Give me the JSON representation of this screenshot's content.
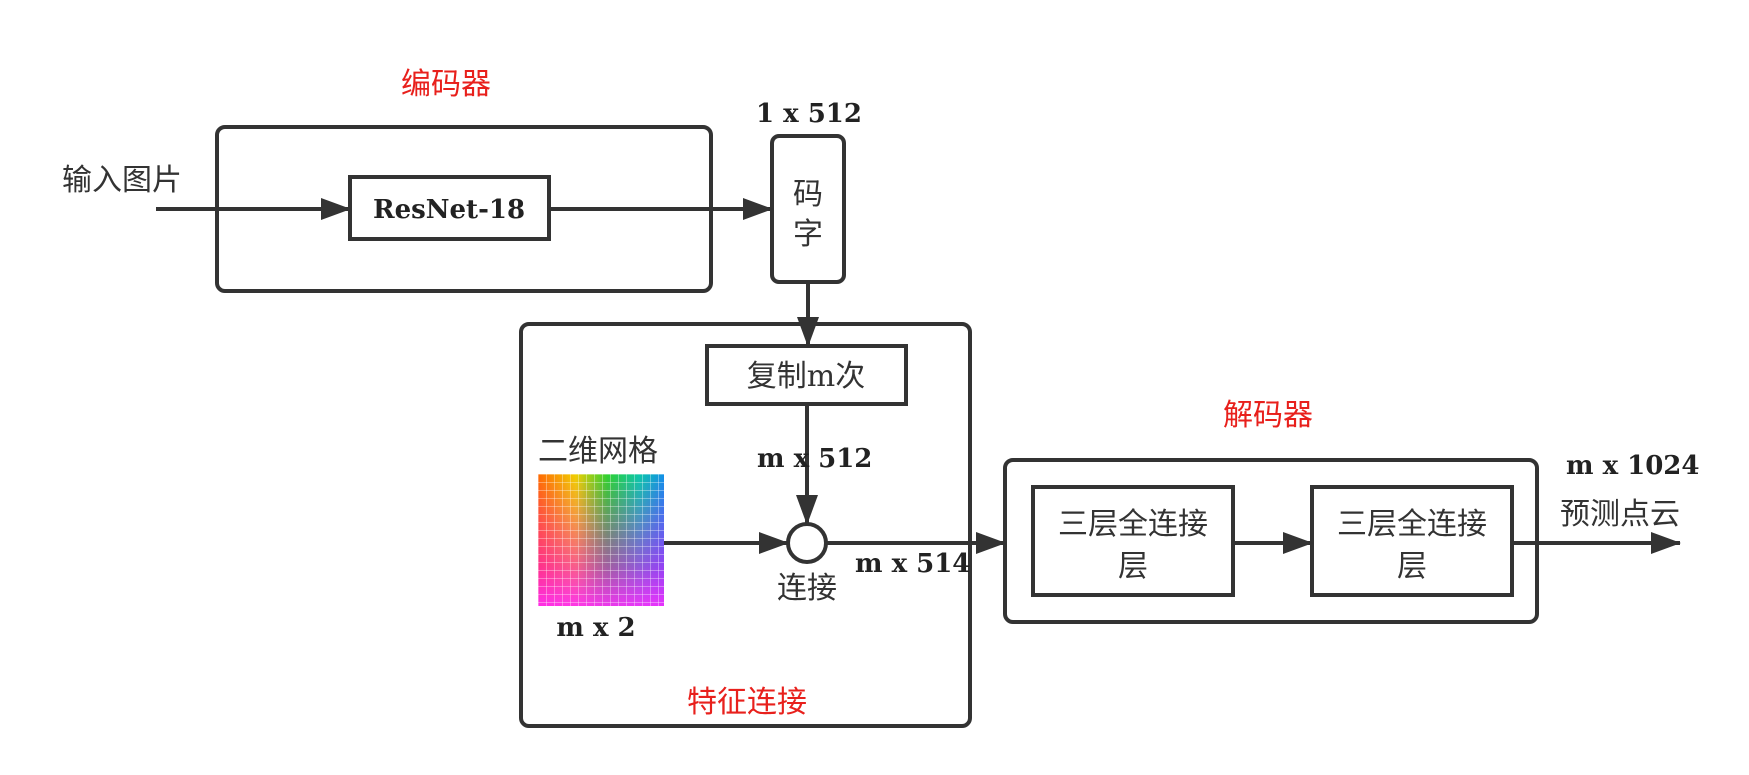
{
  "labels": {
    "encoder": "编码器",
    "input_image": "输入图片",
    "resnet": "ResNet-18",
    "code_dim": "1 x 512",
    "code_char1": "码",
    "code_char2": "字",
    "copy_m": "复制m次",
    "grid_title": "二维网格",
    "copy_dim": "m x 512",
    "grid_dim": "m x 2",
    "concat": "连接",
    "concat_dim": "m x 514",
    "feature_concat": "特征连接",
    "decoder": "解码器",
    "fc1_line1": "三层全连接",
    "fc1_line2": "层",
    "fc2_line1": "三层全连接",
    "fc2_line2": "层",
    "out_dim": "m x 1024",
    "output": "预测点云"
  },
  "colors": {
    "section_title": "#e8201c",
    "stroke": "#333333"
  },
  "icons": {
    "grid": "2d-grid-color-gradient-icon"
  }
}
